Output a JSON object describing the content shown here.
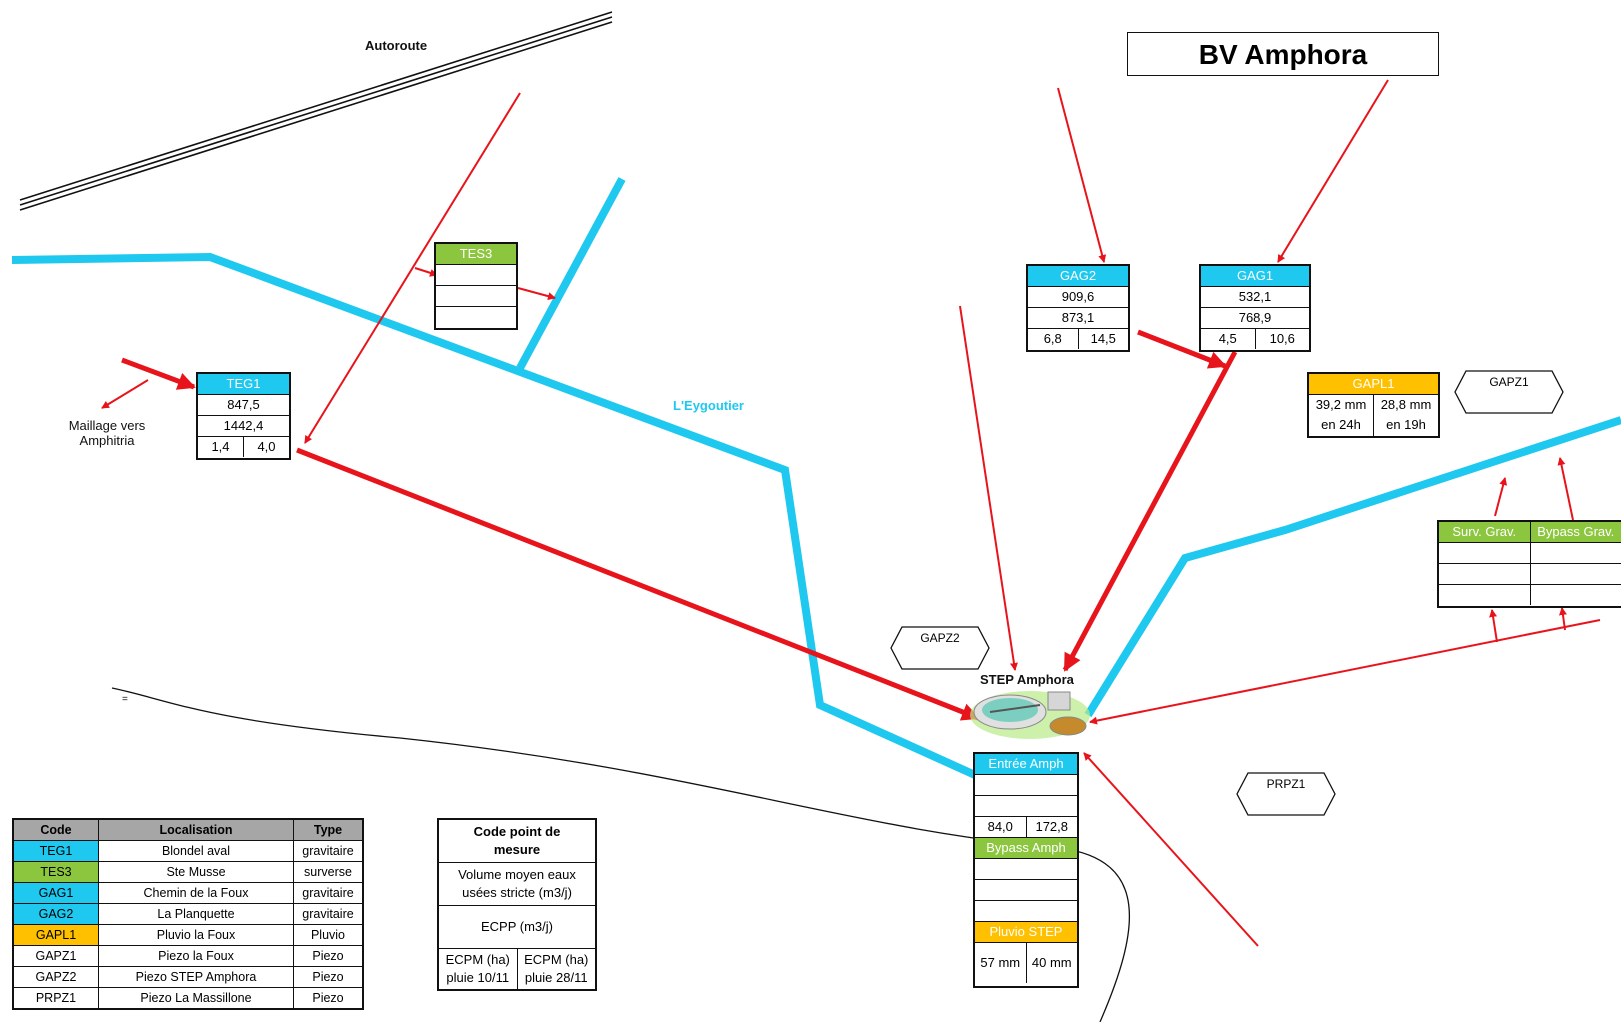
{
  "title": "BV Amphora",
  "labels": {
    "autoroute": "Autoroute",
    "river": "L'Eygoutier",
    "maillage_line1": "Maillage vers",
    "maillage_line2": "Amphitria",
    "step": "STEP Amphora",
    "equals": "="
  },
  "stations": {
    "tes3": {
      "code": "TES3",
      "rows": [
        "",
        "",
        ""
      ]
    },
    "teg1": {
      "code": "TEG1",
      "v1": "847,5",
      "v2": "1442,4",
      "v3a": "1,4",
      "v3b": "4,0"
    },
    "gag2": {
      "code": "GAG2",
      "v1": "909,6",
      "v2": "873,1",
      "v3a": "6,8",
      "v3b": "14,5"
    },
    "gag1": {
      "code": "GAG1",
      "v1": "532,1",
      "v2": "768,9",
      "v3a": "4,5",
      "v3b": "10,6"
    },
    "gapl1": {
      "code": "GAPL1",
      "c1l1": "39,2 mm",
      "c1l2": "en 24h",
      "c2l1": "28,8 mm",
      "c2l2": "en 19h"
    },
    "entree": {
      "code": "Entrée Amph",
      "v1": "",
      "v2": "",
      "v3a": "84,0",
      "v3b": "172,8"
    },
    "bypass_amph": {
      "code": "Bypass Amph"
    },
    "pluvio_step": {
      "code": "Pluvio STEP",
      "va": "57 mm",
      "vb": "40 mm"
    },
    "surv_grav": "Surv. Grav.",
    "bypass_grav": "Bypass Grav."
  },
  "piezos": {
    "gapz1": "GAPZ1",
    "gapz2": "GAPZ2",
    "prpz1": "PRPZ1"
  },
  "legend": {
    "headers": [
      "Code",
      "Localisation",
      "Type"
    ],
    "rows": [
      {
        "code": "TEG1",
        "loc": "Blondel aval",
        "type": "gravitaire",
        "color": "#1ec8ef"
      },
      {
        "code": "TES3",
        "loc": "Ste Musse",
        "type": "surverse",
        "color": "#8cc63f"
      },
      {
        "code": "GAG1",
        "loc": "Chemin de la Foux",
        "type": "gravitaire",
        "color": "#1ec8ef"
      },
      {
        "code": "GAG2",
        "loc": "La Planquette",
        "type": "gravitaire",
        "color": "#1ec8ef"
      },
      {
        "code": "GAPL1",
        "loc": "Pluvio la Foux",
        "type": "Pluvio",
        "color": "#ffc000"
      },
      {
        "code": "GAPZ1",
        "loc": "Piezo la Foux",
        "type": "Piezo",
        "color": "#ffffff"
      },
      {
        "code": "GAPZ2",
        "loc": "Piezo STEP Amphora",
        "type": "Piezo",
        "color": "#ffffff"
      },
      {
        "code": "PRPZ1",
        "loc": "Piezo La Massillone",
        "type": "Piezo",
        "color": "#ffffff"
      }
    ]
  },
  "codebox": {
    "title_l1": "Code point de",
    "title_l2": "mesure",
    "vol_l1": "Volume moyen eaux",
    "vol_l2": "usées stricte (m3/j)",
    "ecpp": "ECPP (m3/j)",
    "ecpm1_l1": "ECPM (ha)",
    "ecpm1_l2": "pluie 10/11",
    "ecpm2_l1": "ECPM (ha)",
    "ecpm2_l2": "pluie 28/11"
  },
  "colors": {
    "river": "#1ec8ef",
    "flow": "#e8141b",
    "cyan": "#1ec8ef",
    "green": "#8cc63f",
    "orange": "#ffc000"
  }
}
